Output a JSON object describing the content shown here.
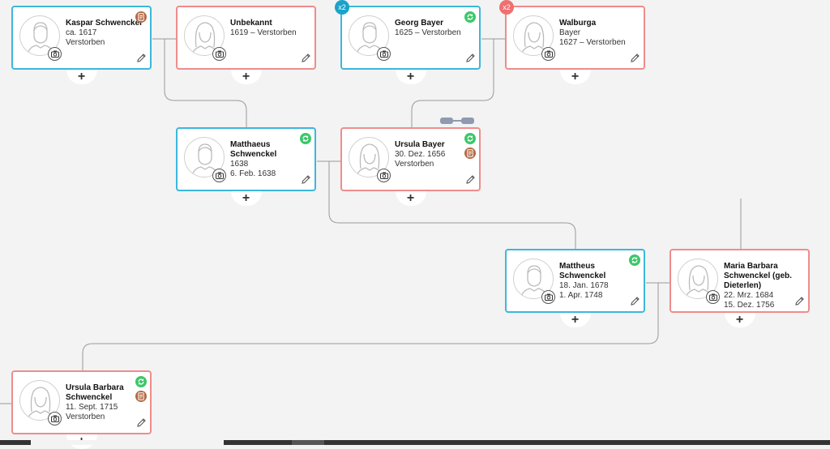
{
  "people": [
    {
      "id": "kaspar",
      "gender": "male",
      "name": "Kaspar Schwenckel",
      "line1": "ca. 1617",
      "line2": "Verstorben",
      "badges": [
        "brown"
      ],
      "x2": false
    },
    {
      "id": "unbekannt",
      "gender": "female",
      "name": "Unbekannt",
      "line1": "1619 – Verstorben",
      "line2": "",
      "badges": [],
      "x2": false
    },
    {
      "id": "georg",
      "gender": "male",
      "name": "Georg Bayer",
      "line1": "1625 – Verstorben",
      "line2": "",
      "badges": [
        "green"
      ],
      "x2": true
    },
    {
      "id": "walburga",
      "gender": "female",
      "name": "Walburga",
      "line1": "Bayer",
      "line2": "1627 – Verstorben",
      "badges": [],
      "x2": true
    },
    {
      "id": "matthaeus",
      "gender": "male",
      "name": "Matthaeus Schwenckel",
      "line1": "1638",
      "line2": "6. Feb. 1638",
      "badges": [
        "green"
      ],
      "x2": false
    },
    {
      "id": "ursula",
      "gender": "female",
      "name": "Ursula Bayer",
      "line1": "30. Dez. 1656",
      "line2": "Verstorben",
      "badges": [
        "green",
        "brown"
      ],
      "x2": false
    },
    {
      "id": "mattheus",
      "gender": "male",
      "name": "Mattheus Schwenckel",
      "line1": "18. Jan. 1678",
      "line2": "1. Apr. 1748",
      "badges": [
        "green"
      ],
      "x2": false
    },
    {
      "id": "mariabarbara",
      "gender": "female",
      "name": "Maria Barbara Schwenckel (geb. Dieterlen)",
      "line1": "22. Mrz. 1684",
      "line2": "15. Dez. 1756",
      "badges": [],
      "x2": false
    },
    {
      "id": "ursulabarbara",
      "gender": "female",
      "name": "Ursula Barbara Schwenckel",
      "line1": "11. Sept. 1715",
      "line2": "Verstorben",
      "badges": [
        "green",
        "brown"
      ],
      "x2": false
    }
  ],
  "x2_label": "x2",
  "add_label": "+",
  "colors": {
    "male": "#3db7dc",
    "female": "#ef8c8c",
    "green": "#3cc76a",
    "brown": "#b56a45",
    "line": "#9a9a9a"
  }
}
